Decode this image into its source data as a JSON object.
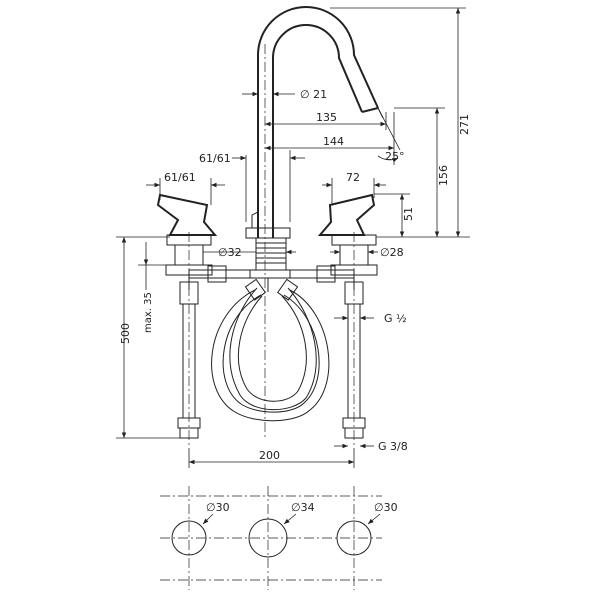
{
  "labels": {
    "d21": "∅ 21",
    "d135": "135",
    "d144": "144",
    "d25": "25°",
    "d6161_spout": "61/61",
    "d6161_handle": "61/61",
    "d72": "72",
    "d51": "51",
    "d156": "156",
    "d271": "271",
    "d32": "∅32",
    "d28": "∅28",
    "d500": "500",
    "max35": "max. 35",
    "g12": "G ½",
    "g38": "G 3/8",
    "d200": "200",
    "hole_left": "∅30",
    "hole_mid": "∅34",
    "hole_right": "∅30"
  }
}
